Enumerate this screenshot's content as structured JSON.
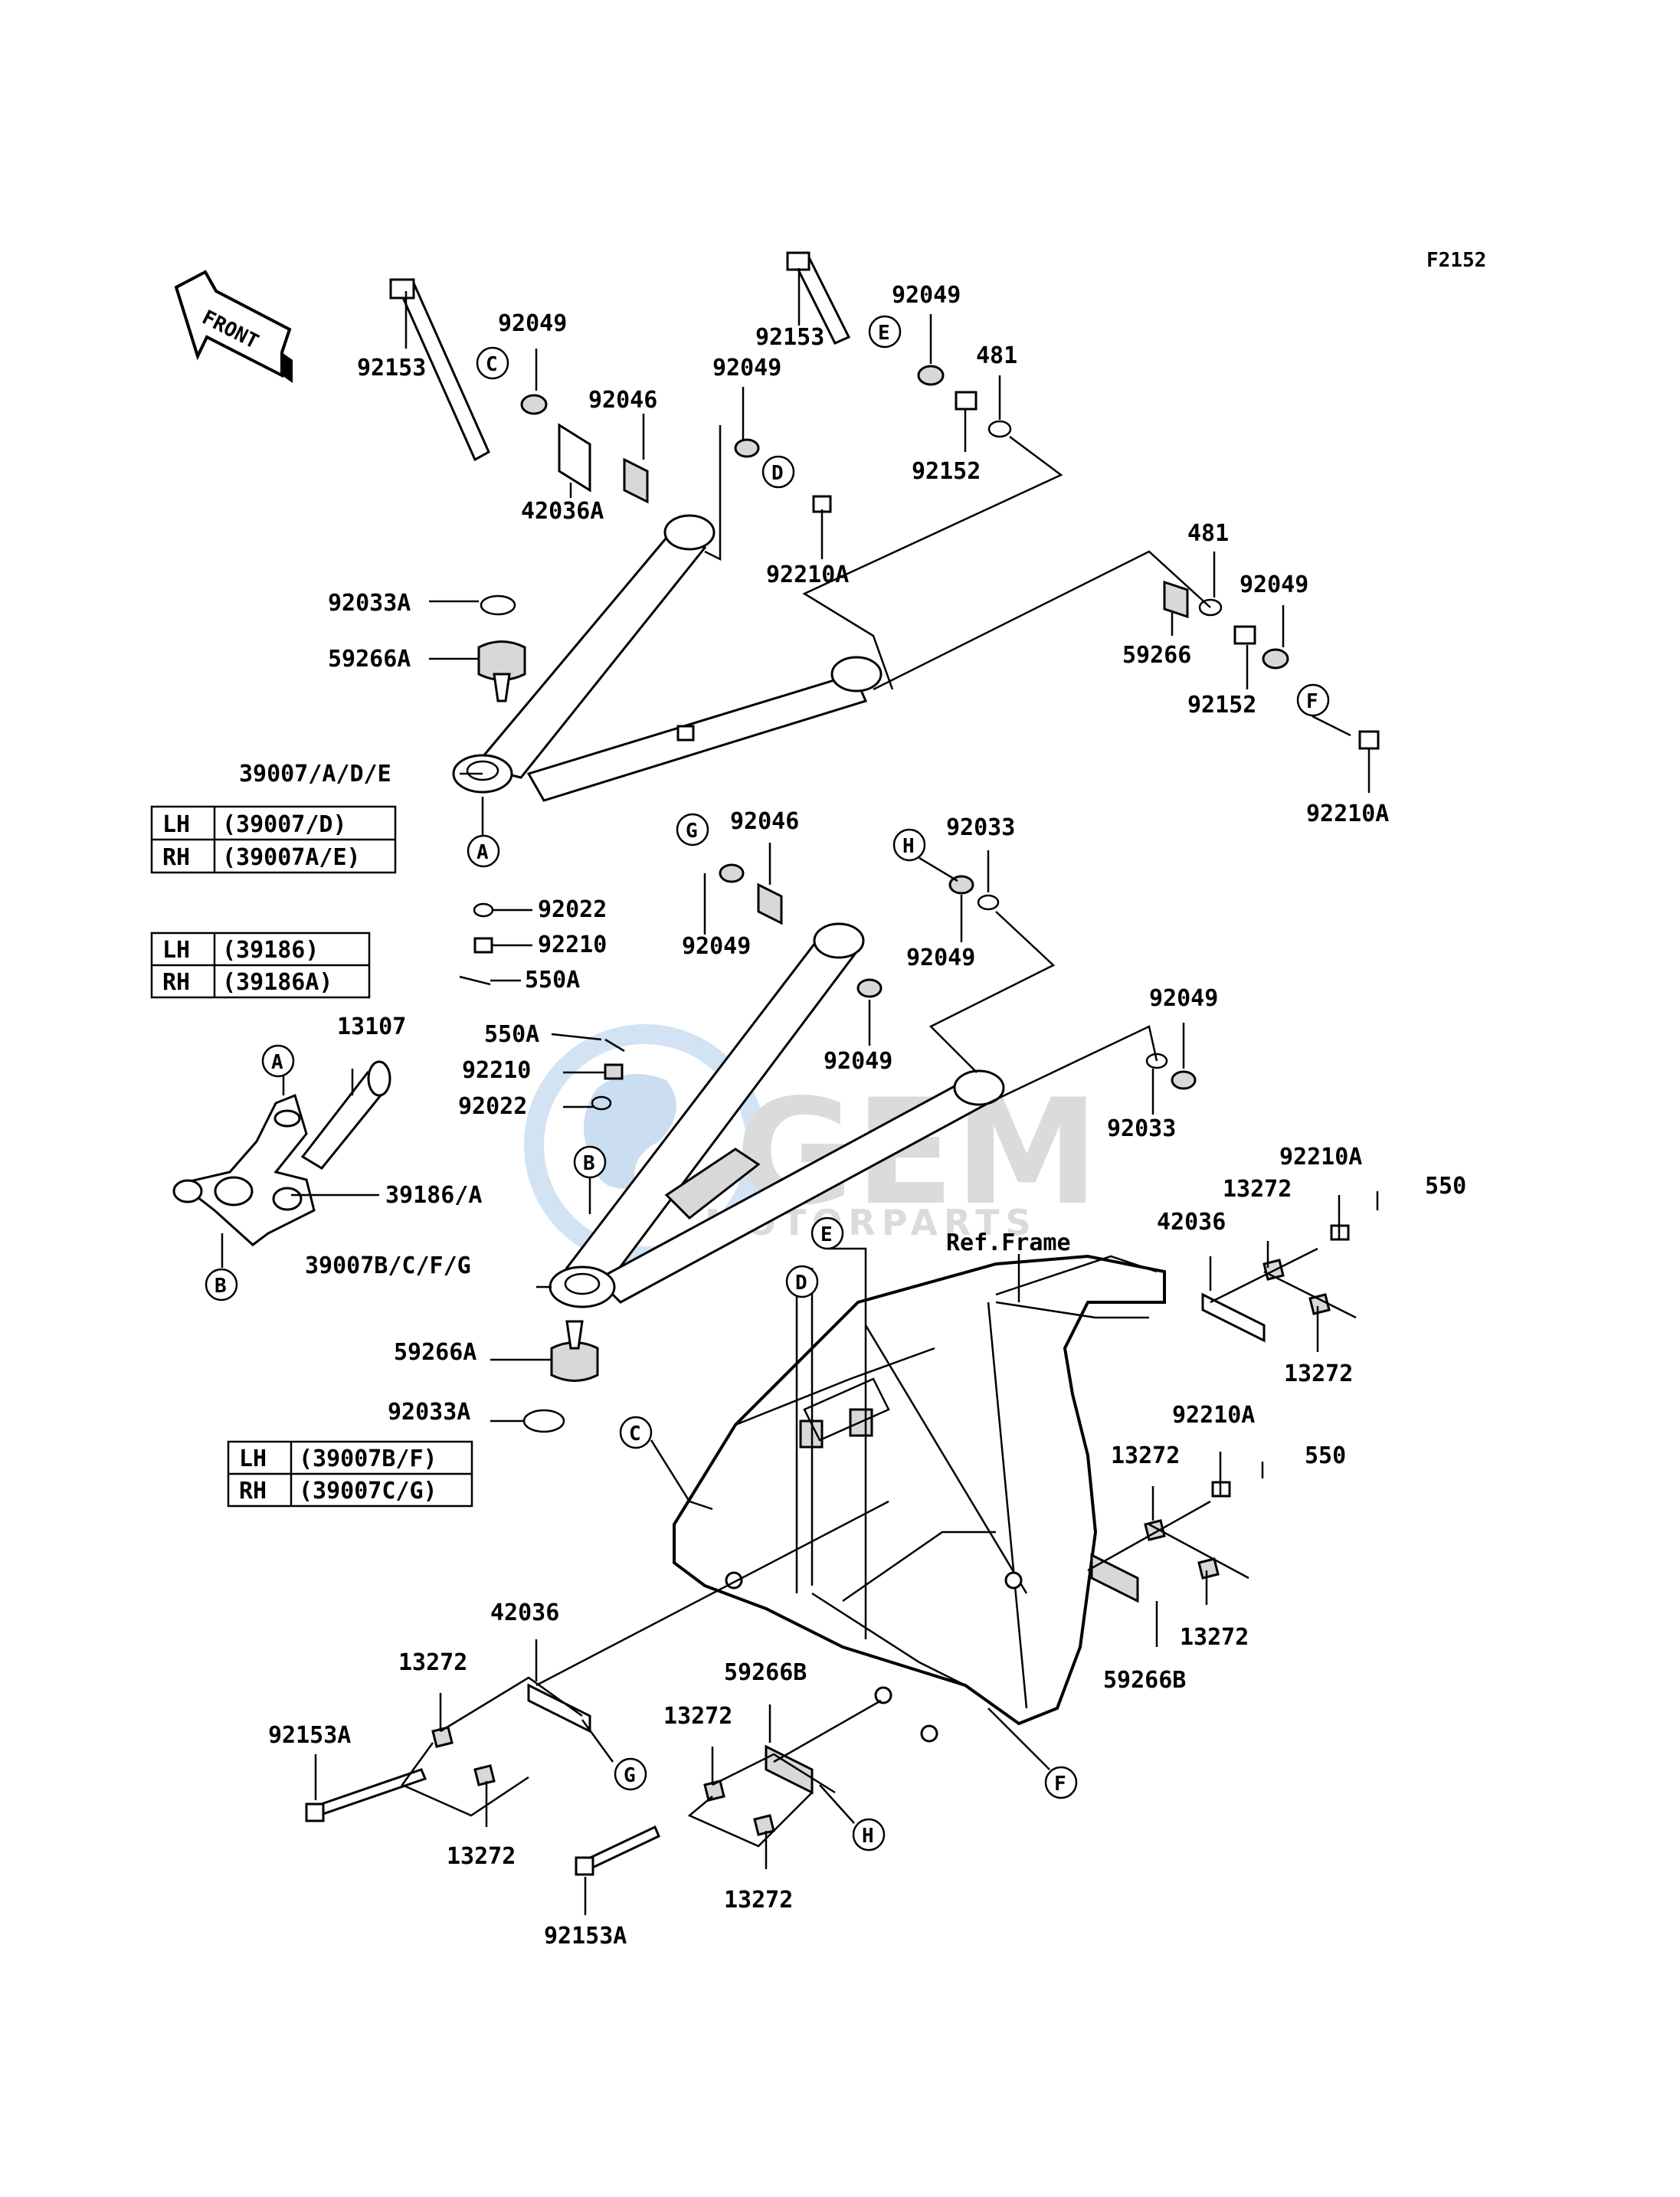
{
  "diagram_code": "F2152",
  "front_label": "FRONT",
  "ref_frame": "Ref.Frame",
  "watermark": {
    "main": "GEM",
    "sub": "MOTORPARTS"
  },
  "tables": [
    {
      "rows": [
        {
          "side": "LH",
          "value": "(39007/D)"
        },
        {
          "side": "RH",
          "value": "(39007A/E)"
        }
      ]
    },
    {
      "rows": [
        {
          "side": "LH",
          "value": "(39186)"
        },
        {
          "side": "RH",
          "value": "(39186A)"
        }
      ]
    },
    {
      "rows": [
        {
          "side": "LH",
          "value": "(39007B/F)"
        },
        {
          "side": "RH",
          "value": "(39007C/G)"
        }
      ]
    }
  ],
  "parts": [
    "92153",
    "92049",
    "92046",
    "42036A",
    "92153",
    "92049",
    "92049",
    "92210A",
    "481",
    "92152",
    "92033A",
    "59266A",
    "39007/A/D/E",
    "59266",
    "481",
    "92049",
    "92152",
    "92210A",
    "92022",
    "92210",
    "550A",
    "92046",
    "92049",
    "92033",
    "92049",
    "92049",
    "13107",
    "550A",
    "92210",
    "92022",
    "39186/A",
    "92049",
    "92033",
    "39007B/C/F/G",
    "92210A",
    "550",
    "13272",
    "42036",
    "13272",
    "59266A",
    "92033A",
    "92210A",
    "550",
    "13272",
    "13272",
    "59266B",
    "42036",
    "13272",
    "92153A",
    "13272",
    "59266B",
    "13272",
    "13272",
    "92153A"
  ],
  "callouts": [
    "C",
    "E",
    "D",
    "F",
    "A",
    "G",
    "H",
    "A",
    "B",
    "B",
    "E",
    "D",
    "C",
    "G",
    "F",
    "H"
  ]
}
